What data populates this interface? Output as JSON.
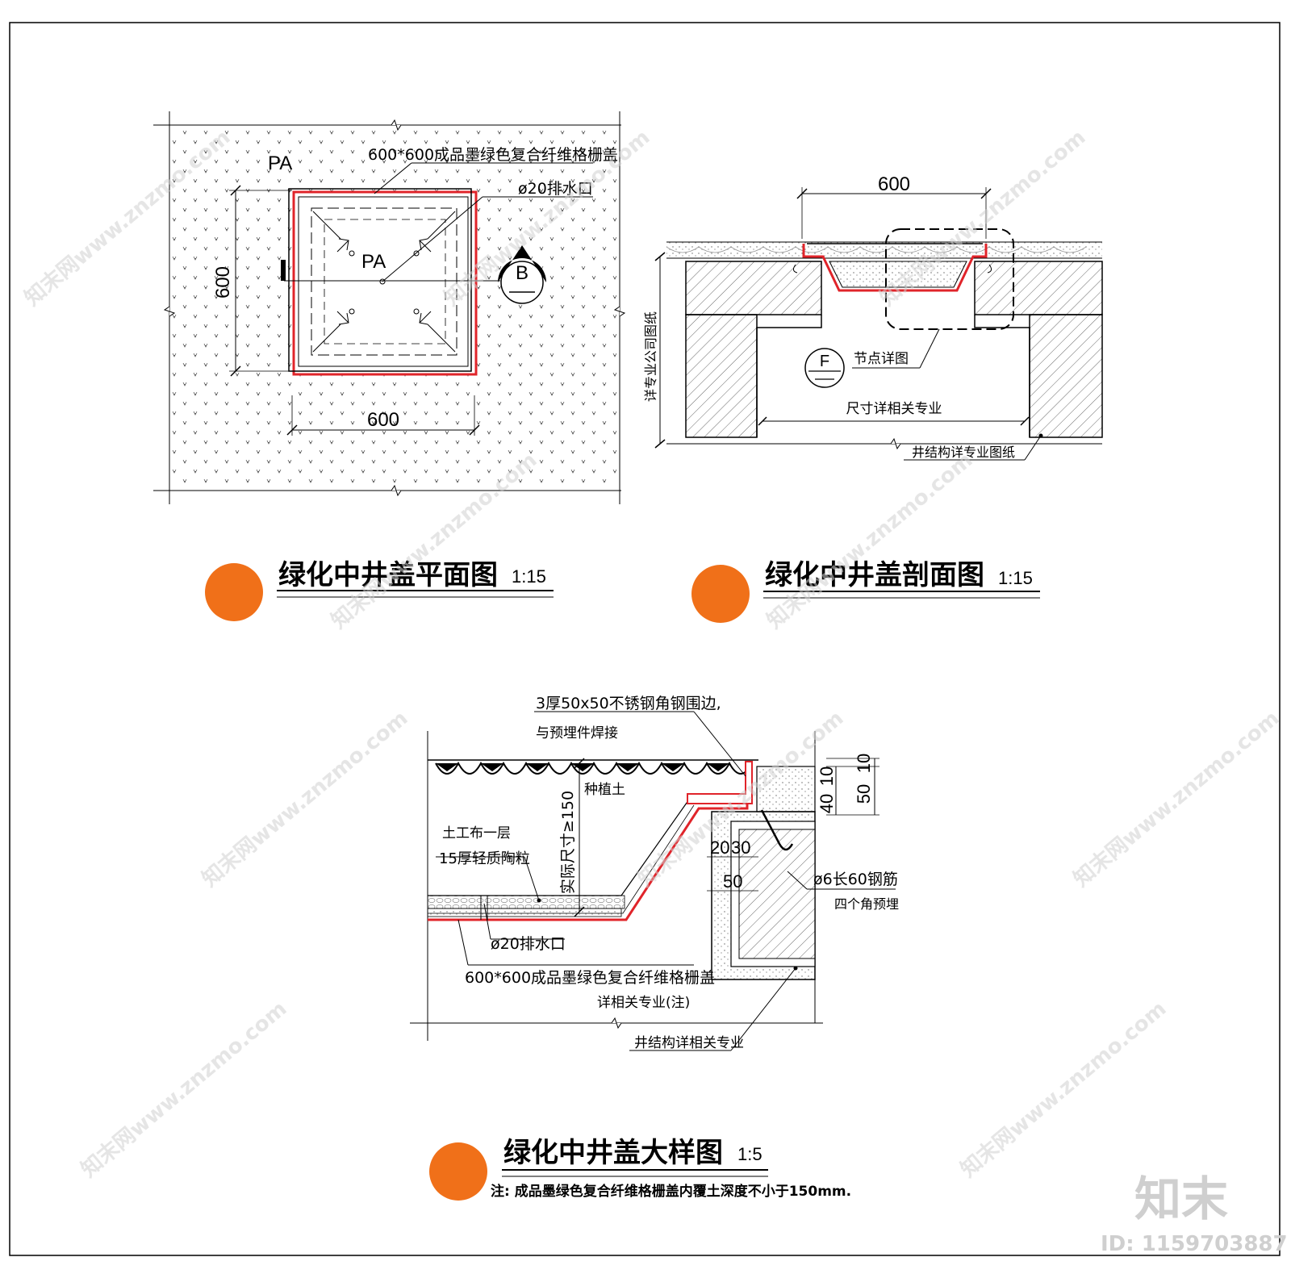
{
  "plan": {
    "label_pa_outer": "PA",
    "label_pa_inner": "PA",
    "note_cover": "600*600成品墨绿色复合纤维格栅盖",
    "note_drain": "ø20排水口",
    "dim_vertical": "600",
    "dim_horizontal": "600",
    "section_marker": "B",
    "title": "绿化中井盖平面图",
    "scale": "1:15"
  },
  "section": {
    "dim_top": "600",
    "side_note": "详专业公司图纸",
    "detail_marker": "F",
    "detail_note": "节点详图",
    "size_note": "尺寸详相关专业",
    "well_note": "井结构详专业图纸",
    "title": "绿化中井盖剖面图",
    "scale": "1:15"
  },
  "detail": {
    "note_angle_1": "3厚50x50不锈钢角钢围边,",
    "note_angle_2": "与预埋件焊接",
    "note_soil": "种植土",
    "note_depth": "实际尺寸≥150",
    "note_geotextile": "土工布一层",
    "note_ceramsite": "15厚轻质陶粒",
    "note_drain": "ø20排水口",
    "note_cover": "600*600成品墨绿色复合纤维格栅盖",
    "note_cover_2": "详相关专业(注)",
    "note_well": "井结构详相关专业",
    "note_rebar": "ø6长60钢筋",
    "note_rebar_2": "四个角预埋",
    "dim_10": "10",
    "dim_50a": "50",
    "dim_40": "40",
    "dim_10b": "10",
    "dim_20": "20",
    "dim_30": "30",
    "dim_50b": "50",
    "title": "绿化中井盖大样图",
    "scale": "1:5",
    "footnote": "注: 成品墨绿色复合纤维格栅盖内覆土深度不小于150mm."
  },
  "watermark": {
    "text": "知末网www.znzmo.com",
    "logo": "知末",
    "id": "ID: 1159703887"
  },
  "colors": {
    "accent_orange": "#f07019",
    "cover_red": "#e0242a",
    "line": "#000000"
  }
}
